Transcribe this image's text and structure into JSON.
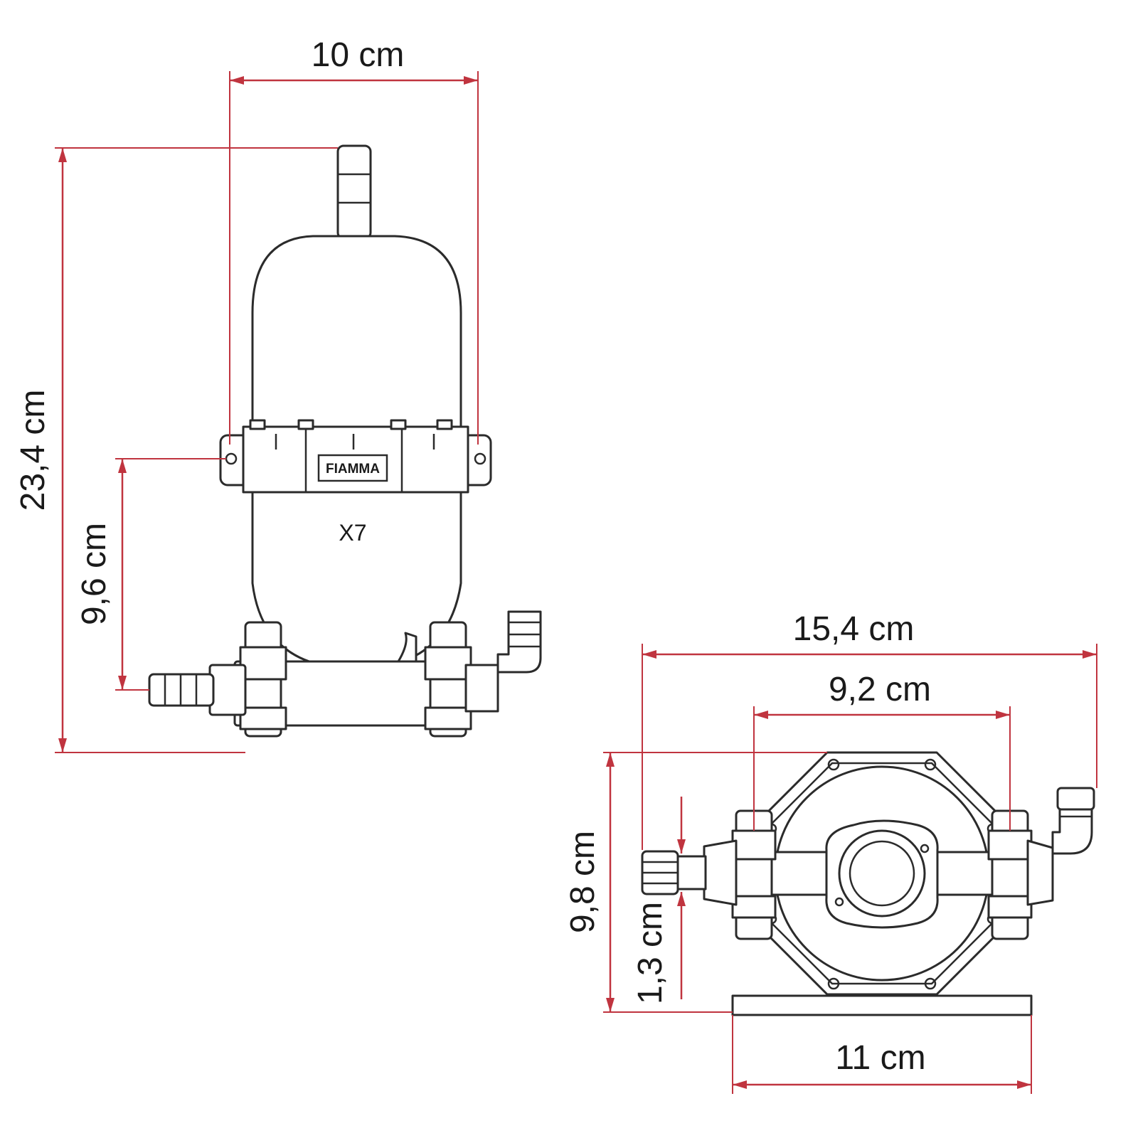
{
  "dimensions": {
    "filter_width": "10 cm",
    "filter_height": "23,4 cm",
    "filter_port_height": "9,6 cm",
    "pump_total_width": "15,4 cm",
    "pump_port_spacing": "9,2 cm",
    "pump_height": "9,8 cm",
    "pump_port_offset": "1,3 cm",
    "pump_base_width": "11 cm"
  },
  "filter_unit": {
    "brand_text": "FIAMMA",
    "body_mark": "X7"
  },
  "colors": {
    "dimension_line": "#c0343f",
    "outline": "#2b2b2b",
    "background": "#ffffff"
  }
}
